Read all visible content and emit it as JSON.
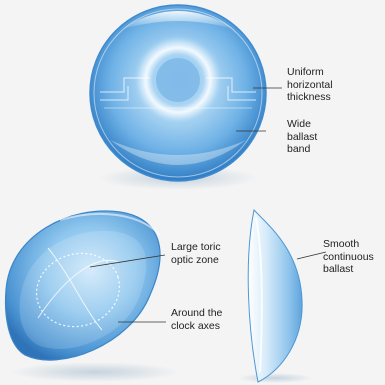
{
  "colors": {
    "lens_light": "#d6ecfb",
    "lens_mid": "#7fbfea",
    "lens_dark": "#3a86c9",
    "leader_line": "#333333",
    "label_text": "#222222",
    "background": "#f4f4f4"
  },
  "labels": {
    "uniform_thickness": [
      "Uniform",
      "horizontal",
      "thickness"
    ],
    "wide_ballast": [
      "Wide",
      "ballast",
      "band"
    ],
    "toric_zone": [
      "Large toric",
      "optic zone"
    ],
    "clock_axes": [
      "Around the",
      "clock axes"
    ],
    "smooth_ballast": [
      "Smooth",
      "continuous",
      "ballast"
    ]
  }
}
